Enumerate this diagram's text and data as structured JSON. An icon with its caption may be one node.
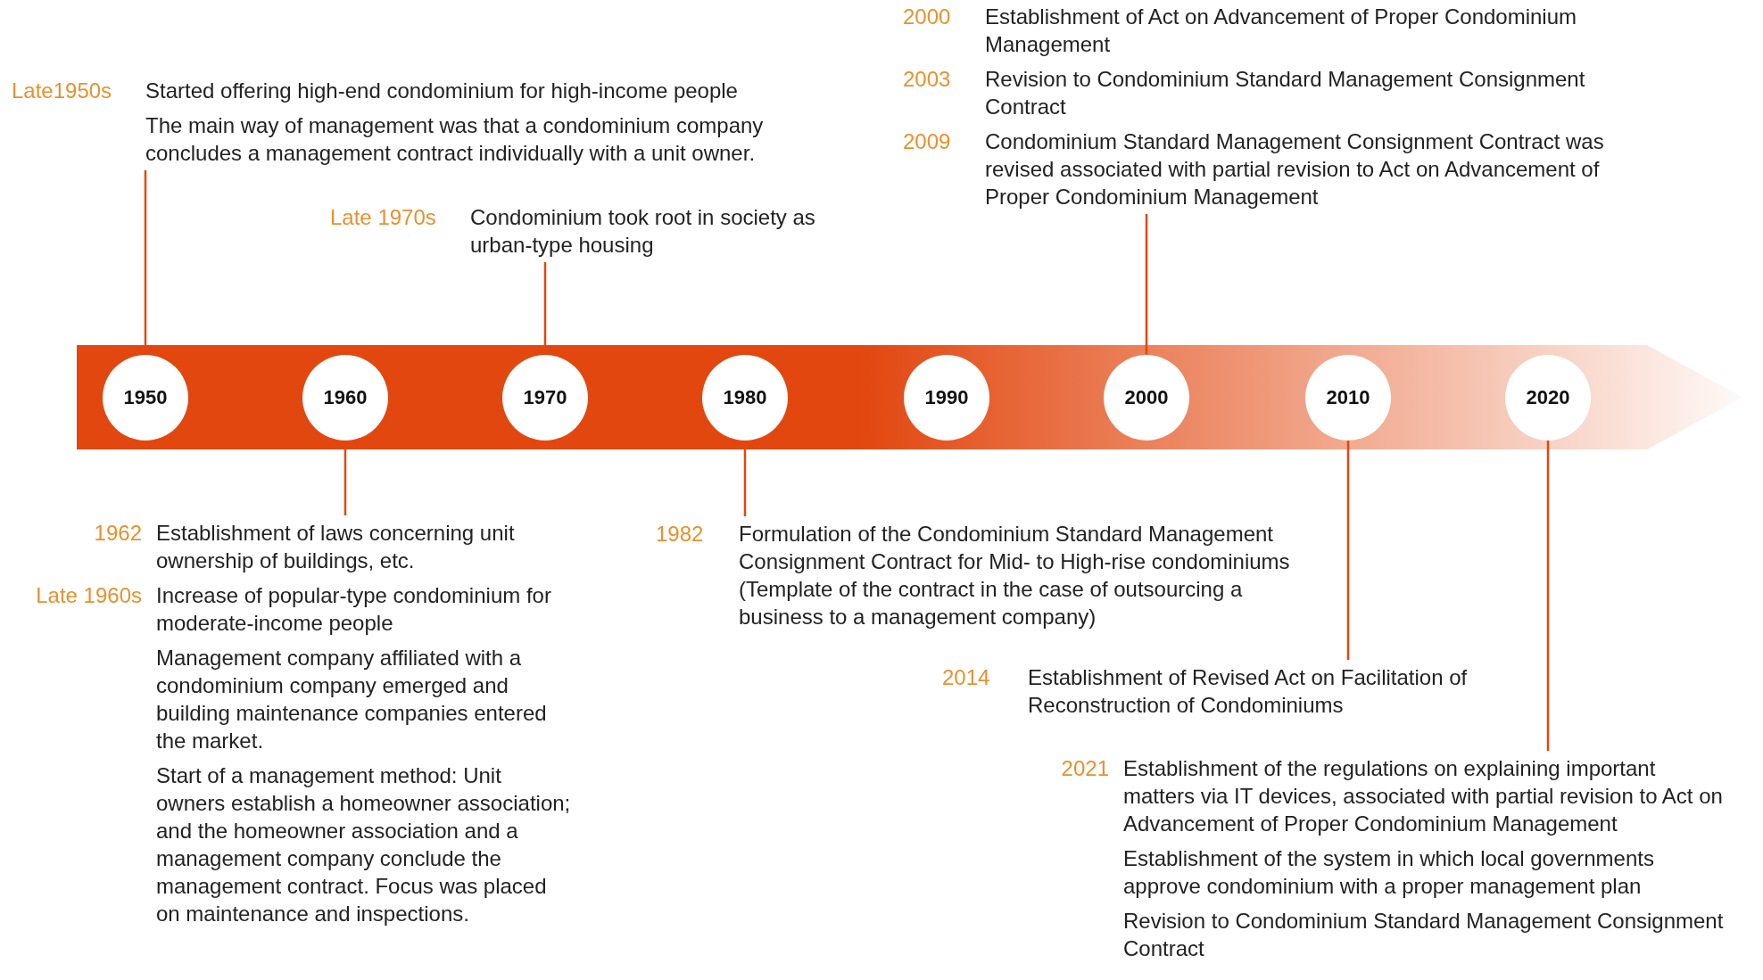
{
  "diagram": {
    "nodes": [
      {
        "text": [],
        "shape": "bar"
      },
      {
        "text": [
          "1950"
        ],
        "in": 0
      },
      {
        "text": [
          "1960"
        ],
        "in": 0
      },
      {
        "text": [
          "1970"
        ],
        "in": 0
      },
      {
        "text": [
          "1980"
        ],
        "in": 0
      },
      {
        "text": [
          "1990"
        ],
        "in": 0
      },
      {
        "text": [
          "2000"
        ],
        "in": 0
      },
      {
        "text": [
          "2010"
        ],
        "in": 0
      },
      {
        "text": [
          "2020"
        ],
        "in": 0
      },
      {
        "text": [
          "Late1950s",
          "Started offering high-end condominium for high-income people",
          "The main way of management was that a condominium company concludes a management contract individually with a unit owner."
        ]
      },
      {
        "text": [
          "Late 1970s",
          "Condominium took root in society as urban-type housing"
        ]
      },
      {
        "text": [
          "2000",
          "Establishment of Act on Advancement of Proper Condominium Management",
          "2003",
          "Revision to Condominium Standard Management Consignment Contract",
          "2009",
          "Condominium Standard Management Consignment Contract was revised associated with partial revision to Act on Advancement of Proper Condominium Management"
        ]
      },
      {
        "text": [
          "1962",
          "Establishment of laws concerning unit ownership of buildings, etc.",
          "Late 1960s",
          "Increase of popular-type condominium for moderate-income people",
          "Management company affiliated with a condominium company emerged and building maintenance companies entered the market.",
          "Start of a management method: Unit owners establish a homeowner association; and the homeowner association and a management company conclude the management contract. Focus was placed on maintenance and inspections."
        ]
      },
      {
        "text": [
          "1982",
          "Formulation of the Condominium Standard Management Consignment Contract for Mid- to High-rise condominiums (Template of the contract in the case of outsourcing a business to a management company)"
        ]
      },
      {
        "text": [
          "2014",
          "Establishment of Revised Act on Facilitation of Reconstruction of Condominiums"
        ]
      },
      {
        "text": [
          "2021",
          "Establishment of the regulations on explaining important matters via IT devices, associated with partial revision to Act on Advancement of Proper Condominium Management",
          "Establishment of the system in which local governments approve condominium with a proper management plan",
          "Revision to Condominium Standard Management Consignment Contract"
        ]
      }
    ],
    "edges": [
      {
        "from": 9,
        "to": 1,
        "arrow": "none"
      },
      {
        "from": 10,
        "to": 3,
        "arrow": "none"
      },
      {
        "from": 11,
        "to": 6,
        "arrow": "none"
      },
      {
        "from": 12,
        "to": 2,
        "arrow": "none"
      },
      {
        "from": 13,
        "to": 4,
        "arrow": "none"
      },
      {
        "from": 14,
        "to": 7,
        "arrow": "none"
      },
      {
        "from": 15,
        "to": 8,
        "arrow": "none"
      }
    ]
  }
}
